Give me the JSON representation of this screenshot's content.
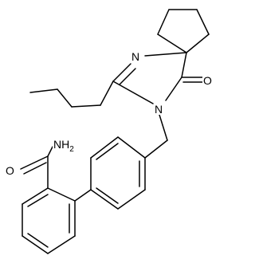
{
  "structure": {
    "atoms": {
      "nitrogen_imine": "N",
      "nitrogen_amide": "N",
      "oxygen_ring": "O",
      "oxygen_amide": "O",
      "amine": "NH",
      "amine_subscript": "2"
    }
  }
}
